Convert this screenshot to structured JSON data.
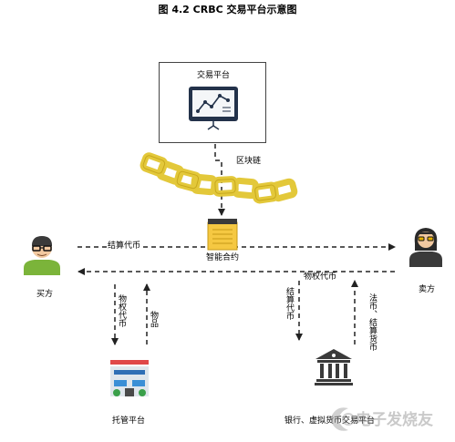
{
  "title": "图 4.2 CRBC 交易平台示意图",
  "nodes": {
    "trading_platform": "交易平台",
    "blockchain": "区块链",
    "smart_contract": "智能合约",
    "buyer": "买方",
    "seller": "卖方",
    "custody_platform": "托管平台",
    "bank": "银行、虚拟货币交易平台"
  },
  "edges": {
    "buyer_to_seller": "结算代币",
    "seller_to_buyer": "物权代币",
    "down_to_custody": "物权代币",
    "up_from_custody": "物品",
    "down_to_bank": "结算代币",
    "up_from_bank": "法币、结算货币"
  },
  "watermark": "电子发烧友",
  "colors": {
    "chain_gold": "#e3c83a",
    "note_yellow": "#f5c842",
    "skin": "#f2c9a0",
    "buyer_shirt": "#7bb43a",
    "seller_shirt": "#3a3a3a"
  }
}
